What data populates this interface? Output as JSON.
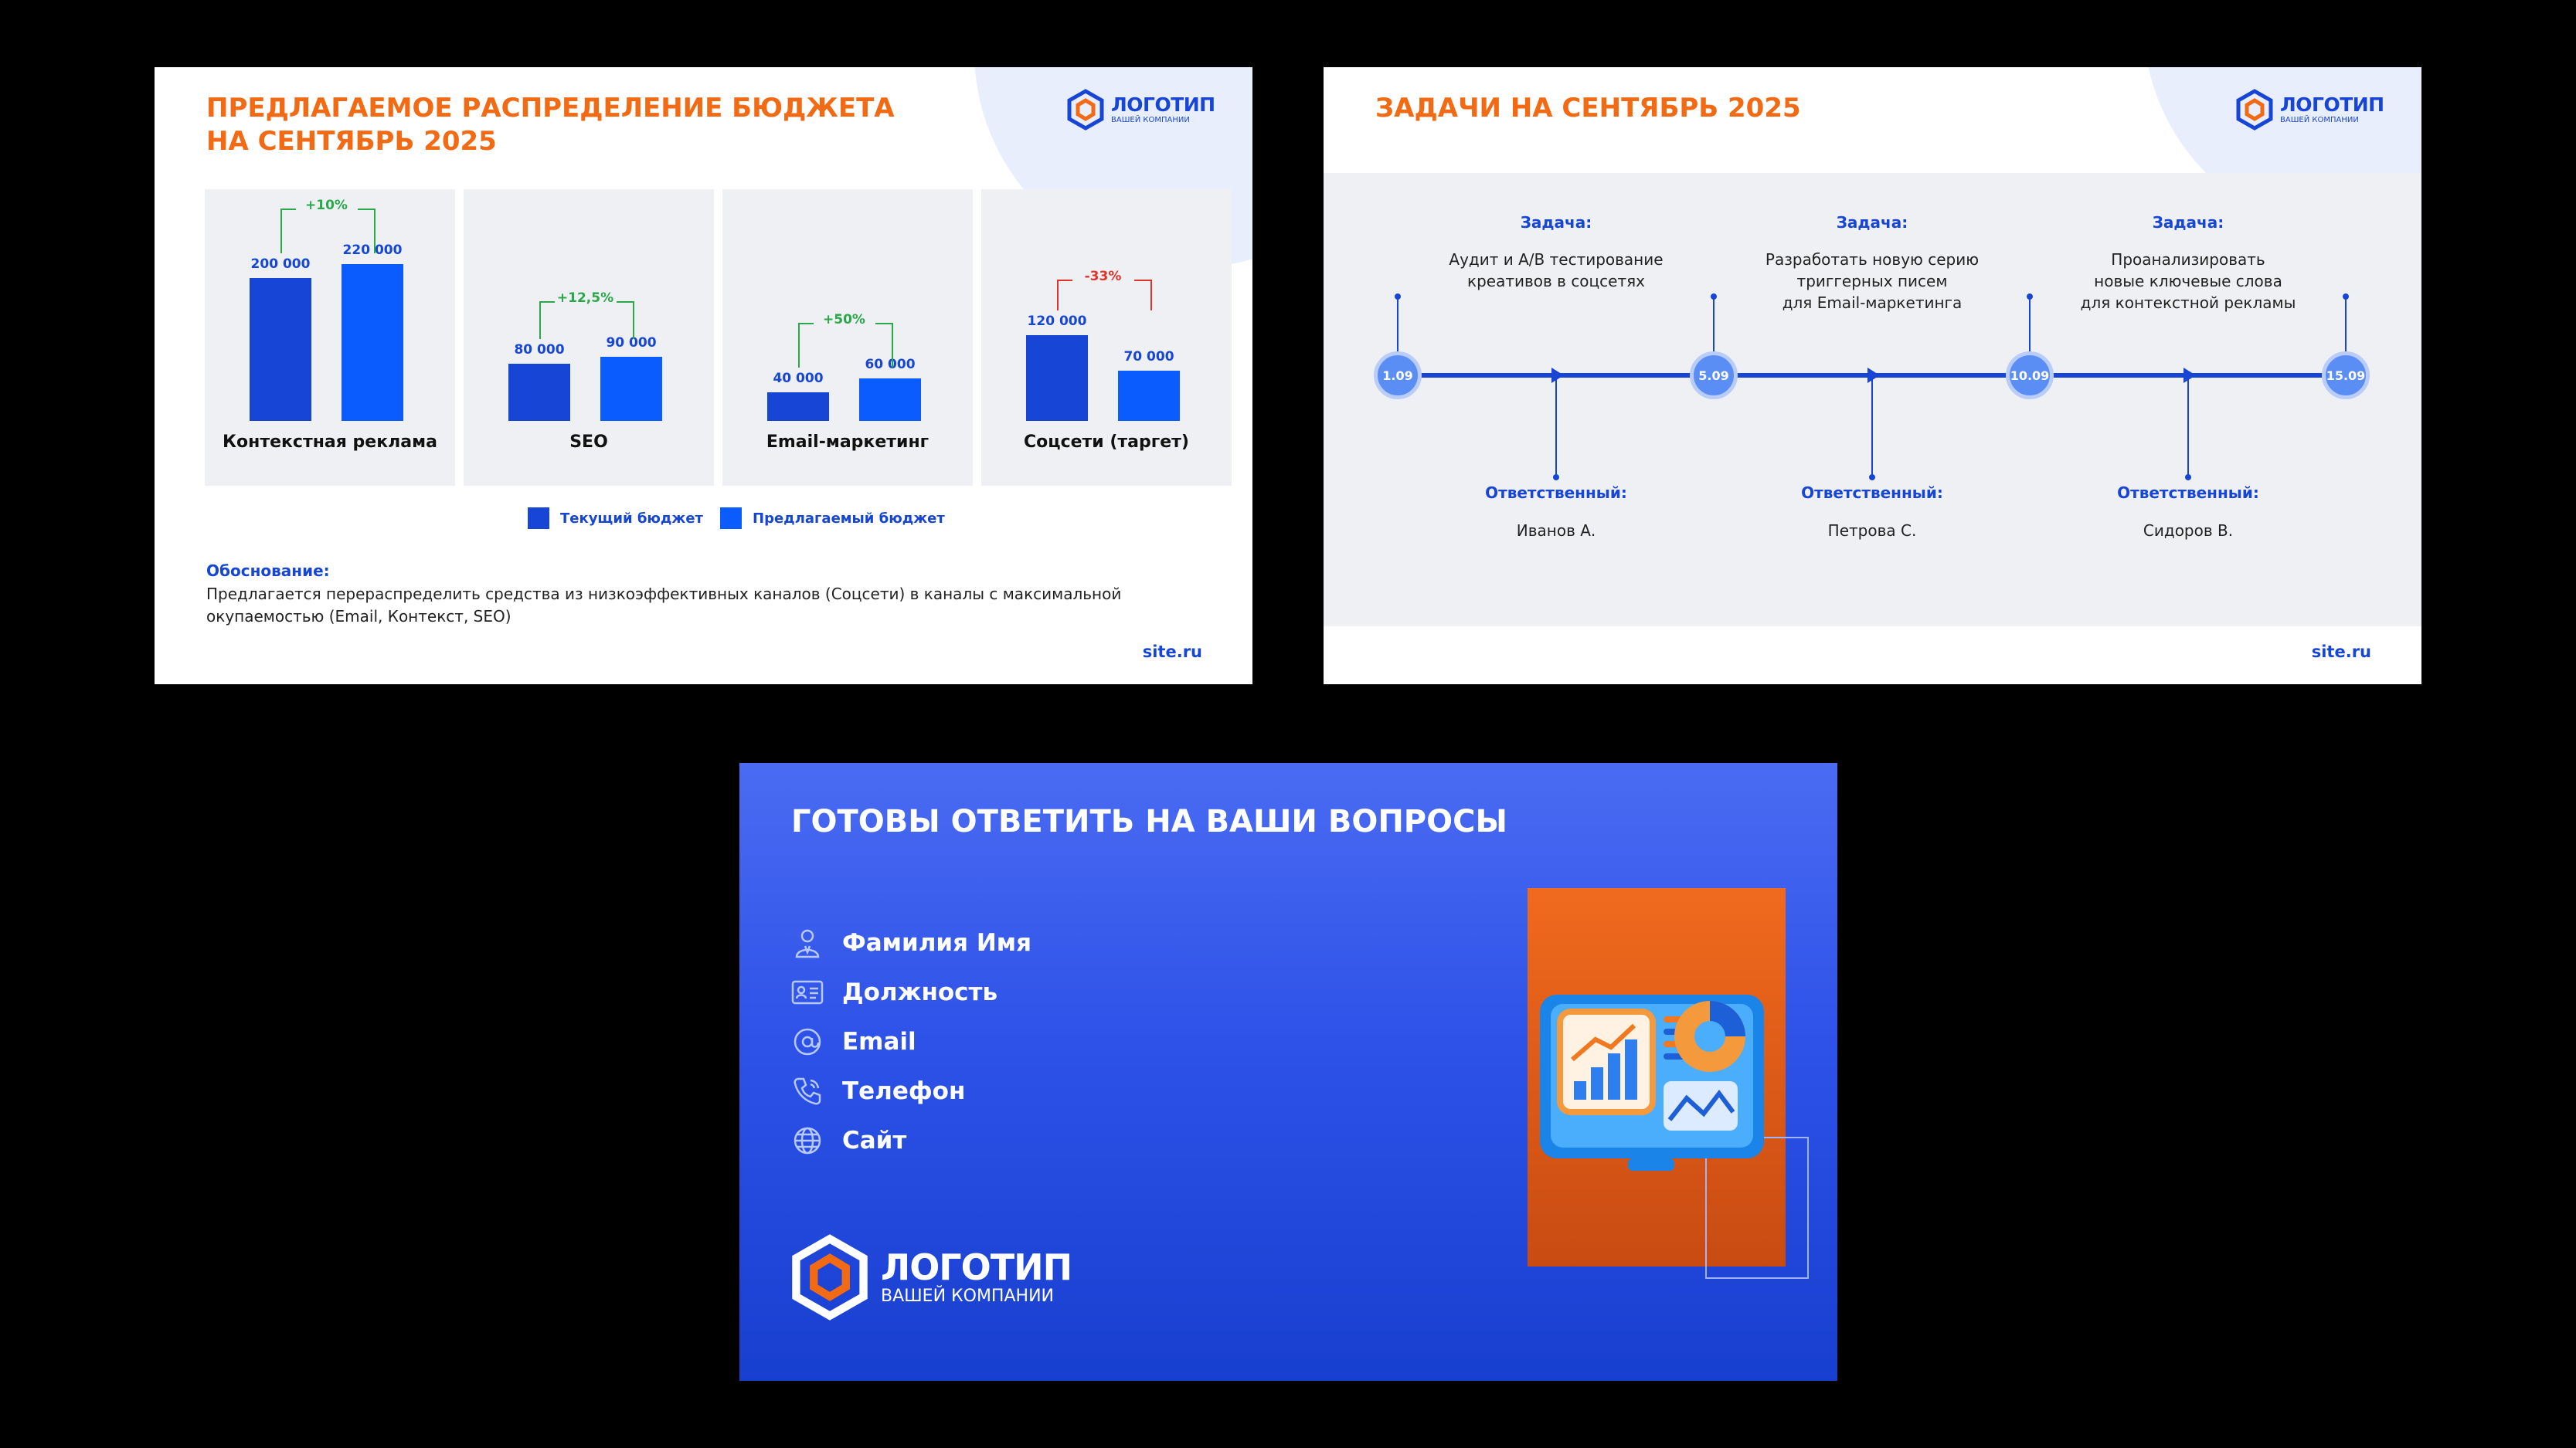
{
  "budget_slide": {
    "title_line1": "ПРЕДЛАГАЕМОЕ РАСПРЕДЕЛЕНИЕ БЮДЖЕТА",
    "title_line2": "НА СЕНТЯБРЬ 2025",
    "logo": {
      "name": "ЛОГОТИП",
      "tagline": "ВАШЕЙ КОМПАНИИ"
    },
    "legend": {
      "current": "Текущий бюджет",
      "proposed": "Предлагаемый бюджет"
    },
    "justification_label": "Обоснование:",
    "justification_text": "Предлагается перераспределить средства из низкоэффективных каналов (Соцсети) в каналы с максимальной окупаемостью (Email, Контекст, SEO)",
    "site": "site.ru"
  },
  "chart_data": {
    "type": "bar",
    "categories": [
      "Контекстная реклама",
      "SEO",
      "Email-маркетинг",
      "Соцсети (таргет)"
    ],
    "series": [
      {
        "name": "Текущий бюджет",
        "values": [
          200000,
          80000,
          40000,
          120000
        ],
        "labels": [
          "200 000",
          "80 000",
          "40 000",
          "120 000"
        ],
        "color": "#1746d6"
      },
      {
        "name": "Предлагаемый бюджет",
        "values": [
          220000,
          90000,
          60000,
          70000
        ],
        "labels": [
          "220 000",
          "90 000",
          "60 000",
          "70 000"
        ],
        "color": "#0b5cff"
      }
    ],
    "changes": [
      {
        "label": "+10%",
        "color": "#2aa84a"
      },
      {
        "label": "+12,5%",
        "color": "#2aa84a"
      },
      {
        "label": "+50%",
        "color": "#2aa84a"
      },
      {
        "label": "-33%",
        "color": "#e0332a"
      }
    ]
  },
  "tasks_slide": {
    "title": "ЗАДАЧИ НА СЕНТЯБРЬ 2025",
    "logo": {
      "name": "ЛОГОТИП",
      "tagline": "ВАШЕЙ КОМПАНИИ"
    },
    "dates": [
      "1.09",
      "5.09",
      "10.09",
      "15.09"
    ],
    "tasks": [
      {
        "label": "Задача:",
        "text_lines": [
          "Аудит и A/B тестирование",
          "креативов в соцсетях"
        ],
        "resp_label": "Ответственный:",
        "resp_name": "Иванов А."
      },
      {
        "label": "Задача:",
        "text_lines": [
          "Разработать новую серию",
          "триггерных писем",
          "для Email-маркетинга"
        ],
        "resp_label": "Ответственный:",
        "resp_name": "Петрова С."
      },
      {
        "label": "Задача:",
        "text_lines": [
          "Проанализировать",
          "новые ключевые слова",
          "для контекстной рекламы"
        ],
        "resp_label": "Ответственный:",
        "resp_name": "Сидоров В."
      }
    ],
    "site": "site.ru"
  },
  "contact_slide": {
    "title": "ГОТОВЫ ОТВЕТИТЬ НА ВАШИ ВОПРОСЫ",
    "items": [
      {
        "icon": "person-icon",
        "text": "Фамилия Имя"
      },
      {
        "icon": "id-card-icon",
        "text": "Должность"
      },
      {
        "icon": "at-sign-icon",
        "text": "Email"
      },
      {
        "icon": "phone-icon",
        "text": "Телефон"
      },
      {
        "icon": "globe-icon",
        "text": "Сайт"
      }
    ],
    "logo": {
      "name": "ЛОГОТИП",
      "tagline": "ВАШЕЙ КОМПАНИИ"
    }
  },
  "colors": {
    "accent_orange": "#f26a14",
    "brand_blue": "#1746d6",
    "bar_blue": "#0b5cff",
    "positive": "#2aa84a",
    "negative": "#e0332a"
  }
}
